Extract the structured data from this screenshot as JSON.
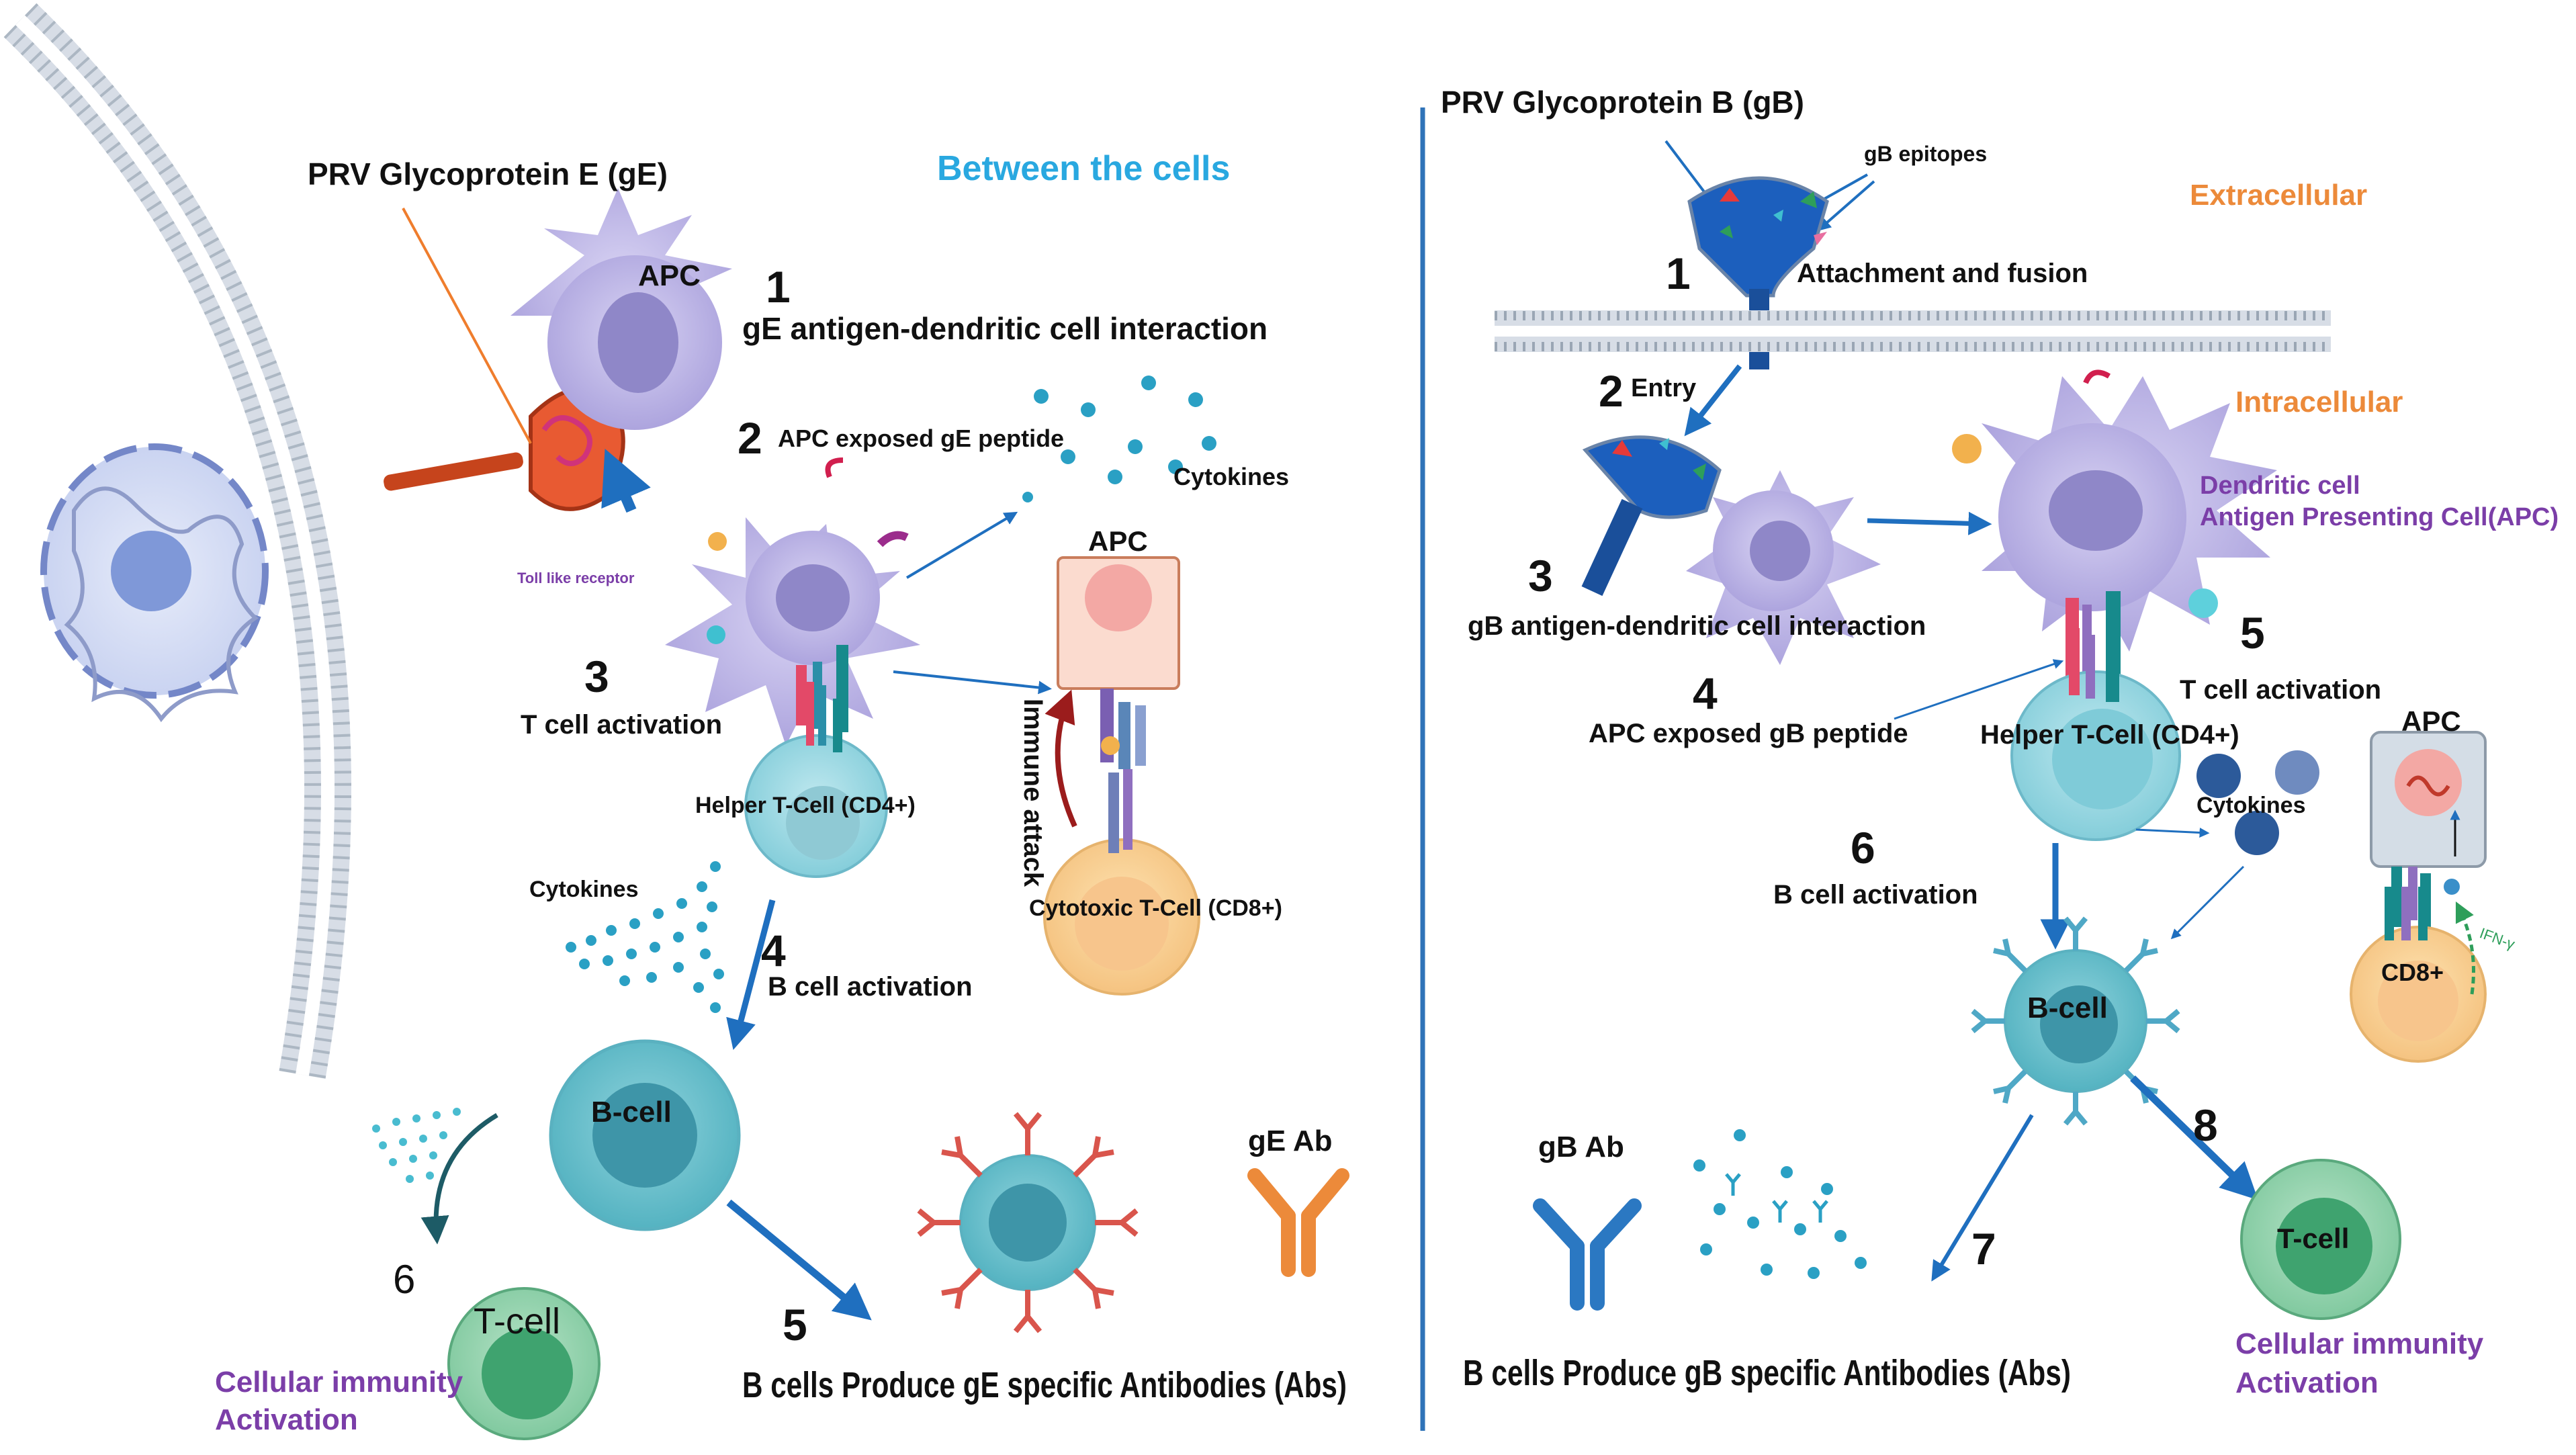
{
  "colors": {
    "cell_purple": "#b9b2e4",
    "cell_purple_dark": "#8e86c9",
    "teal": "#4fb6c7",
    "teal_dark": "#2f8fa2",
    "bcell": "#6cc3cf",
    "tcell_green": "#5fb98a",
    "orange_label": "#ec8a3a",
    "purple_label": "#7b3ea8",
    "cyan_title": "#29a8e0",
    "arrow_blue": "#1f6fbf",
    "divider": "#2f73b8",
    "antibody_red": "#d9554c",
    "antibody_orange": "#ec8a3a",
    "antibody_blue": "#2b78c2"
  },
  "left": {
    "prv_ge": "PRV Glycoprotein E (gE)",
    "between": "Between the cells",
    "apc_top": "APC",
    "step1_num": "1",
    "step1": "gE antigen-dendritic cell interaction",
    "step2_num": "2",
    "step2": "APC exposed gE peptide",
    "cytokines_right": "Cytokines",
    "apc_box": "APC",
    "toll": "Toll like receptor",
    "step3_num": "3",
    "step3": "T cell activation",
    "helper": "Helper T-Cell (CD4+)",
    "immune_attack": "Immune attack",
    "cytotoxic": "Cytotoxic T-Cell (CD8+)",
    "cytokines_left": "Cytokines",
    "step4_num": "4",
    "step4": "B cell activation",
    "bcell": "B-cell",
    "ge_ab": "gE Ab",
    "step6_num": "6",
    "tcell": "T-cell",
    "cellular1": "Cellular immunity",
    "cellular2": "Activation",
    "step5_num": "5",
    "produce": "B cells Produce gE specific Antibodies (Abs)"
  },
  "right": {
    "prv_gb": "PRV Glycoprotein B (gB)",
    "gb_epitopes": "gB epitopes",
    "extracellular": "Extracellular",
    "step1_num": "1",
    "attach": "Attachment and fusion",
    "step2_num": "2",
    "entry": "Entry",
    "intracellular": "Intracellular",
    "dendritic": "Dendritic cell",
    "apc_full": "Antigen Presenting Cell(APC)",
    "step3_num": "3",
    "step3": "gB antigen-dendritic cell interaction",
    "step5_num": "5",
    "step5": "T cell activation",
    "step4_num": "4",
    "step4": "APC exposed gB peptide",
    "helper": "Helper T-Cell (CD4+)",
    "apc_small": "APC",
    "cytokines": "Cytokines",
    "step6_num": "6",
    "step6": "B cell activation",
    "ifn": "IFN-γ",
    "cd8": "CD8+",
    "bcell": "B-cell",
    "step8_num": "8",
    "gb_ab": "gB Ab",
    "step7_num": "7",
    "tcell": "T-cell",
    "cellular1": "Cellular immunity",
    "cellular2": "Activation",
    "produce": "B cells Produce gB specific Antibodies (Abs)"
  }
}
